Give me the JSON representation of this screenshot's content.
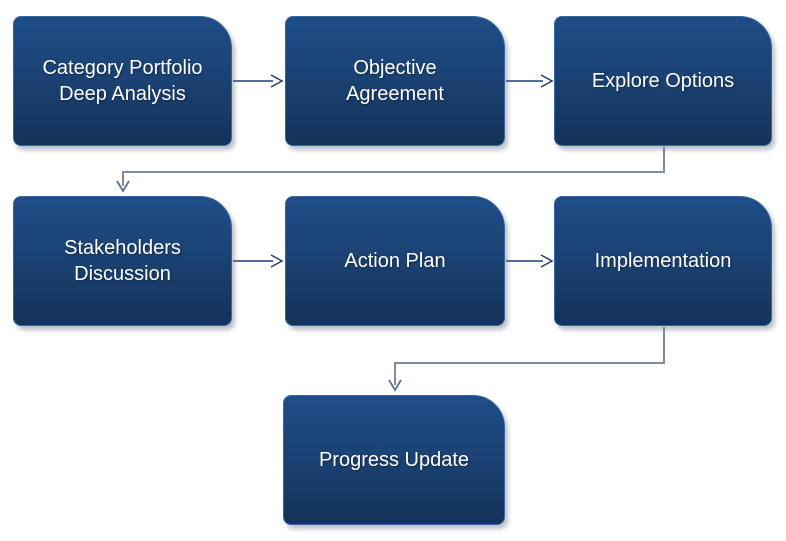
{
  "diagram": {
    "type": "flowchart",
    "background_color": "#ffffff",
    "node_fill_top": "#1e4d88",
    "node_fill_bottom": "#143259",
    "node_border_color": "#3a659f",
    "node_text_color": "#ffffff",
    "straight_arrow_color": "#1f3f70",
    "elbow_connector_color": "#7d8ca1",
    "elbow_arrowhead_color": "#5d7090",
    "nodes": [
      {
        "id": "category-portfolio-deep-analysis",
        "label": "Category Portfolio\nDeep Analysis"
      },
      {
        "id": "objective-agreement",
        "label": "Objective\nAgreement"
      },
      {
        "id": "explore-options",
        "label": "Explore Options"
      },
      {
        "id": "stakeholders-discussion",
        "label": "Stakeholders\nDiscussion"
      },
      {
        "id": "action-plan",
        "label": "Action Plan"
      },
      {
        "id": "implementation",
        "label": "Implementation"
      },
      {
        "id": "progress-update",
        "label": "Progress Update"
      }
    ],
    "edges": [
      {
        "from": "Category Portfolio Deep Analysis",
        "to": "Objective Agreement"
      },
      {
        "from": "Objective Agreement",
        "to": "Explore Options"
      },
      {
        "from": "Explore Options",
        "to": "Stakeholders Discussion"
      },
      {
        "from": "Stakeholders Discussion",
        "to": "Action Plan"
      },
      {
        "from": "Action Plan",
        "to": "Implementation"
      },
      {
        "from": "Implementation",
        "to": "Progress Update"
      }
    ]
  }
}
